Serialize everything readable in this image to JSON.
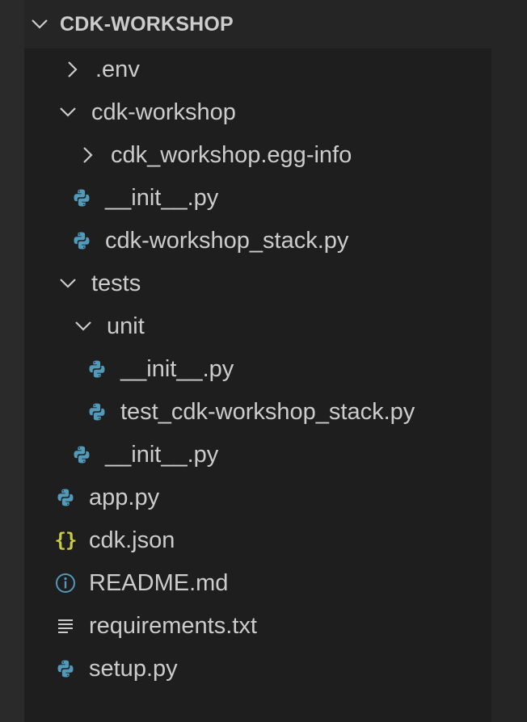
{
  "explorer": {
    "section_title": "CDK-WORKSHOP",
    "tree": [
      {
        "label": ".env",
        "icon": "chevron-right-icon",
        "type": "folder",
        "expanded": false,
        "depth": 1
      },
      {
        "label": "cdk-workshop",
        "icon": "chevron-down-icon",
        "type": "folder",
        "expanded": true,
        "depth": 1
      },
      {
        "label": "cdk_workshop.egg-info",
        "icon": "chevron-right-icon",
        "type": "folder",
        "expanded": false,
        "depth": 2
      },
      {
        "label": "__init__.py",
        "icon": "python-icon",
        "type": "file",
        "depth": 2
      },
      {
        "label": "cdk-workshop_stack.py",
        "icon": "python-icon",
        "type": "file",
        "depth": 2
      },
      {
        "label": "tests",
        "icon": "chevron-down-icon",
        "type": "folder",
        "expanded": true,
        "depth": 1
      },
      {
        "label": "unit",
        "icon": "chevron-down-icon",
        "type": "folder",
        "expanded": true,
        "depth": 2
      },
      {
        "label": "__init__.py",
        "icon": "python-icon",
        "type": "file",
        "depth": 3
      },
      {
        "label": "test_cdk-workshop_stack.py",
        "icon": "python-icon",
        "type": "file",
        "depth": 3
      },
      {
        "label": "__init__.py",
        "icon": "python-icon",
        "type": "file",
        "depth": 2
      },
      {
        "label": "app.py",
        "icon": "python-icon",
        "type": "file",
        "depth": 1
      },
      {
        "label": "cdk.json",
        "icon": "json-icon",
        "type": "file",
        "depth": 1
      },
      {
        "label": "README.md",
        "icon": "info-icon",
        "type": "file",
        "depth": 1
      },
      {
        "label": "requirements.txt",
        "icon": "text-lines-icon",
        "type": "file",
        "depth": 1
      },
      {
        "label": "setup.py",
        "icon": "python-icon",
        "type": "file",
        "depth": 1
      }
    ]
  },
  "colors": {
    "background": "#252526",
    "panel": "#1e1e1e",
    "text": "#cccccc",
    "python_icon": "#519aba",
    "json_icon": "#cbcb41"
  }
}
